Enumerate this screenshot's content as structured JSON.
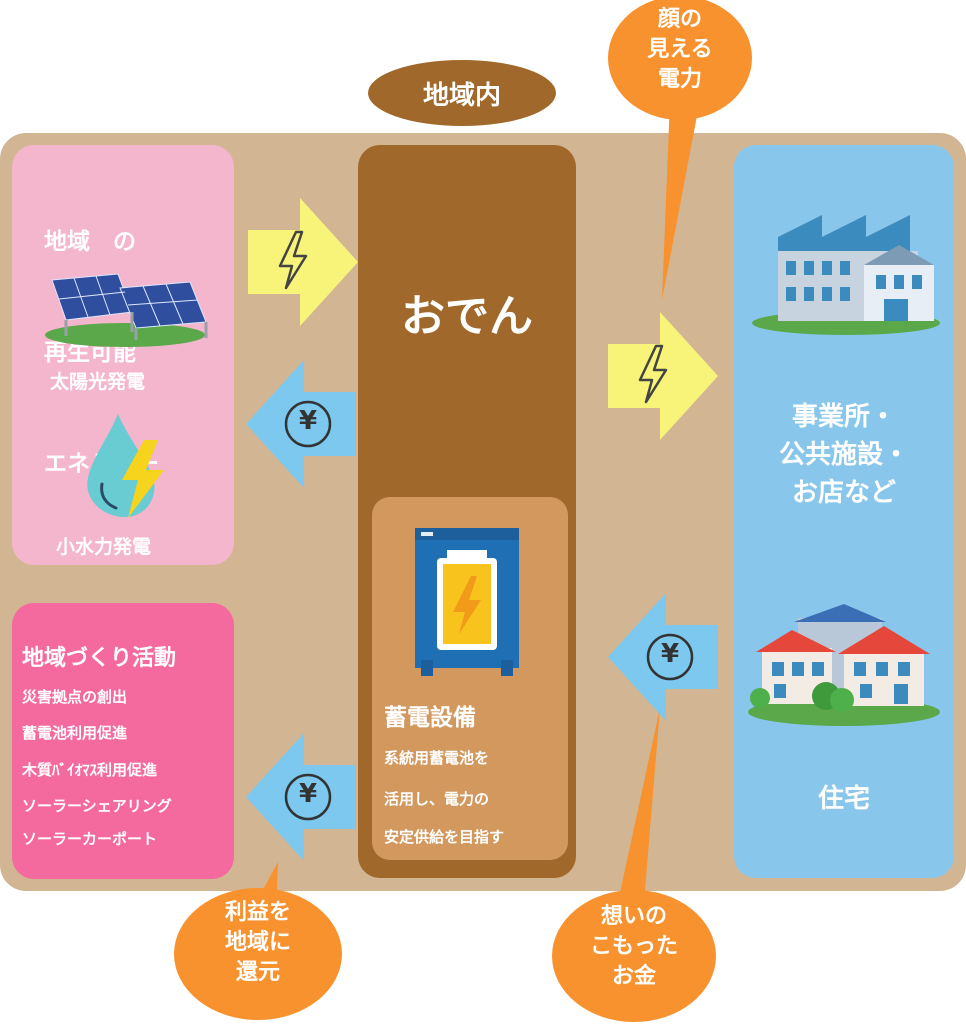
{
  "region_label": "地域内",
  "renewable_panel": {
    "title_line1": "地域　の",
    "title_line2": "再生可能",
    "title_line3": "エネルギー",
    "solar_label": "太陽光発電",
    "hydro_label": "小水力発電"
  },
  "center": {
    "title": "おでん"
  },
  "storage": {
    "title": "蓄電設備",
    "desc_line1": "系統用蓄電池を",
    "desc_line2": "活用し、電力の",
    "desc_line3": "安定供給を目指す"
  },
  "community": {
    "title": "地域づくり活動",
    "items": [
      "災害拠点の創出",
      "蓄電池利用促進",
      "木質ﾊﾞｲｵﾏｽ利用促進",
      "ソーラーシェアリング",
      "ソーラーカーポート"
    ]
  },
  "consumers": {
    "business_line1": "事業所・",
    "business_line2": "公共施設・",
    "business_line3": "お店など",
    "home_label": "住宅"
  },
  "bubbles": {
    "visible_power": [
      "顔の",
      "見える",
      "電力"
    ],
    "profit_return": [
      "利益を",
      "地域に",
      "還元"
    ],
    "heartfelt_money": [
      "想いの",
      "こもった",
      "お金"
    ]
  },
  "yen_symbol": "¥",
  "colors": {
    "background": "#d2b693",
    "center": "#a0682a",
    "storage": "#d2985e",
    "pink": "#f4b6cc",
    "hot_pink": "#f56a9e",
    "blue": "#89c6eb",
    "bubble_orange": "#f7922e",
    "arrow_yellow": "#f8f47a",
    "arrow_blue": "#7cc8ef"
  }
}
